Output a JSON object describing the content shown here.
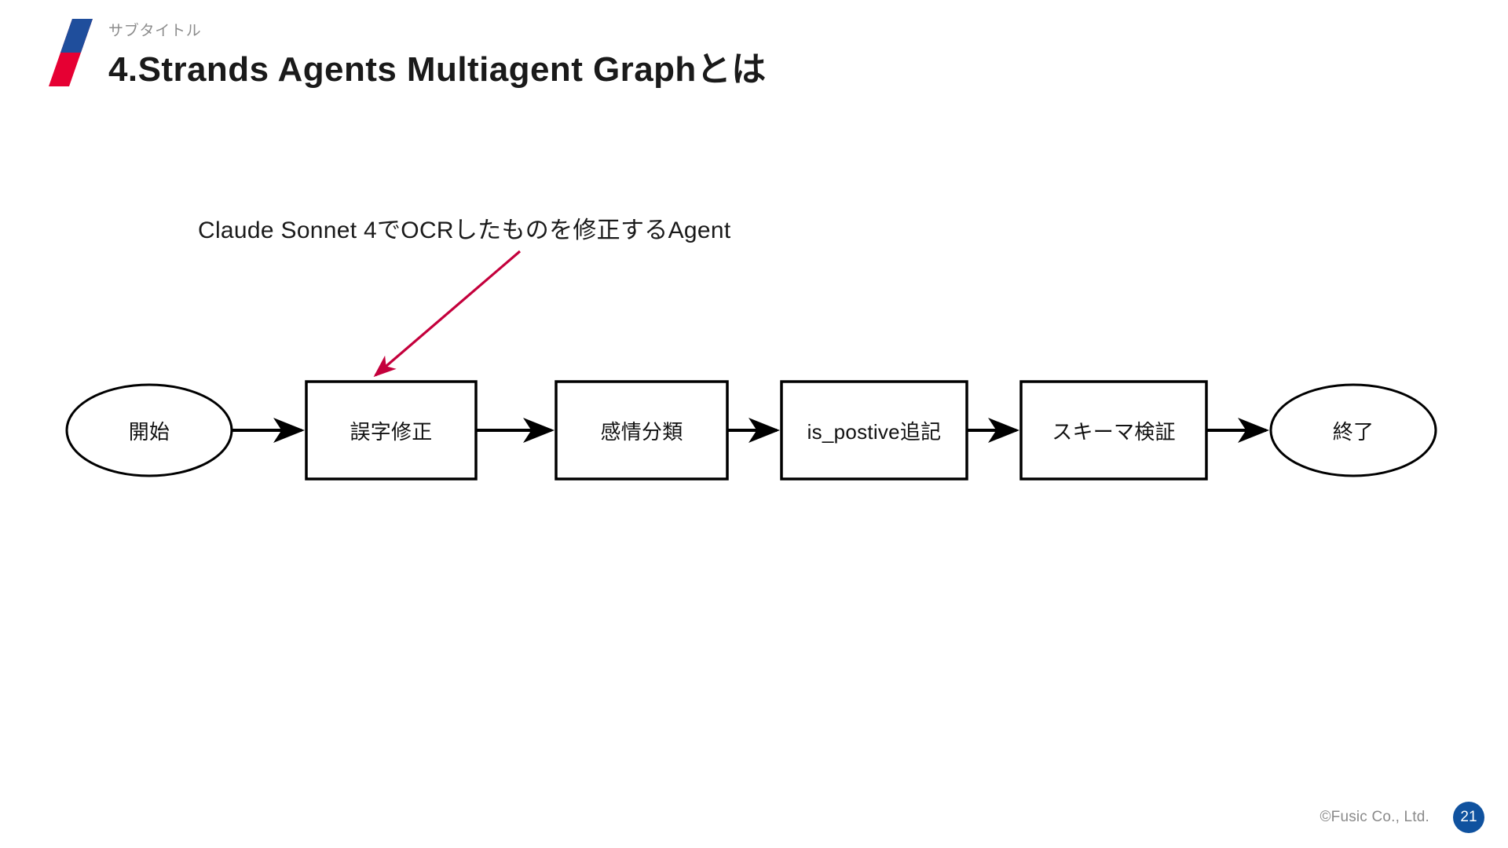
{
  "header": {
    "subtitle": "サブタイトル",
    "title": "4.Strands Agents Multiagent Graphとは",
    "logo_icon": "fusic-slash-logo-icon",
    "logo_blue": "#1F4E9C",
    "logo_red": "#E60033"
  },
  "diagram": {
    "type": "flowchart",
    "annotation": {
      "text": "Claude Sonnet 4でOCRしたものを修正するAgent",
      "arrow_color": "#C4003C",
      "points_to": "誤字修正"
    },
    "nodes": [
      {
        "id": "start",
        "label": "開始",
        "shape": "ellipse"
      },
      {
        "id": "typo",
        "label": "誤字修正",
        "shape": "rect"
      },
      {
        "id": "senti",
        "label": "感情分類",
        "shape": "rect"
      },
      {
        "id": "ispos",
        "label": "is_postive追記",
        "shape": "rect"
      },
      {
        "id": "schema",
        "label": "スキーマ検証",
        "shape": "rect"
      },
      {
        "id": "end",
        "label": "終了",
        "shape": "ellipse"
      }
    ],
    "edges": [
      {
        "from": "start",
        "to": "typo"
      },
      {
        "from": "typo",
        "to": "senti"
      },
      {
        "from": "senti",
        "to": "ispos"
      },
      {
        "from": "ispos",
        "to": "schema"
      },
      {
        "from": "schema",
        "to": "end"
      }
    ],
    "node_stroke": "#000000",
    "node_fill": "#ffffff"
  },
  "footer": {
    "copyright": "©Fusic Co., Ltd.",
    "page_number": "21",
    "badge_color": "#10529f"
  }
}
